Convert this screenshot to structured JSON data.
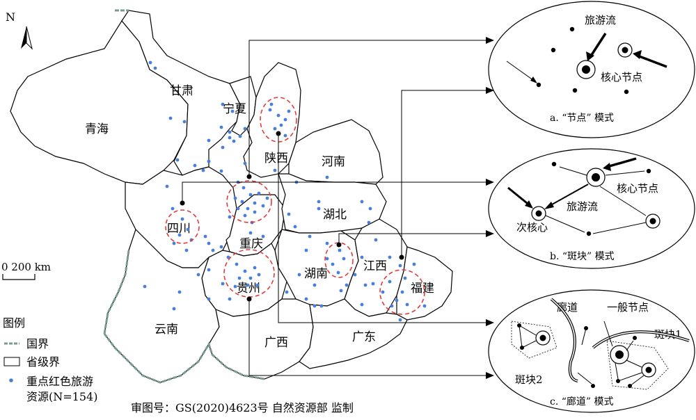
{
  "north_label": "N",
  "scale_label": "0  200 km",
  "provinces": [
    "青海",
    "甘肃",
    "宁夏",
    "陕西",
    "河南",
    "四川",
    "重庆",
    "湖北",
    "湖南",
    "江西",
    "贵州",
    "福建",
    "云南",
    "广西",
    "广东"
  ],
  "legend": {
    "title": "图例",
    "national_border": "国界",
    "provincial_border": "省级界",
    "resource_line1": "重点红色旅游",
    "resource_line2": "资源(N=154)"
  },
  "map_approval": "审图号：GS(2020)4623号   自然资源部 监制",
  "panels": {
    "a": {
      "flow": "旅游流",
      "core": "核心节点",
      "caption": "a. “节点” 模式"
    },
    "b": {
      "core": "核心节点",
      "flow": "旅游流",
      "sub": "次核心",
      "caption": "b. “斑块” 模式"
    },
    "c": {
      "corridor": "廊道",
      "general": "一般节点",
      "patch1": "斑块1",
      "patch2": "斑块2",
      "caption": "c. “廊道” 模式"
    }
  },
  "colors": {
    "resource_dot": "#4a7fd6",
    "cluster_circle": "#e23b3b",
    "national_border": "#7a9a94"
  }
}
